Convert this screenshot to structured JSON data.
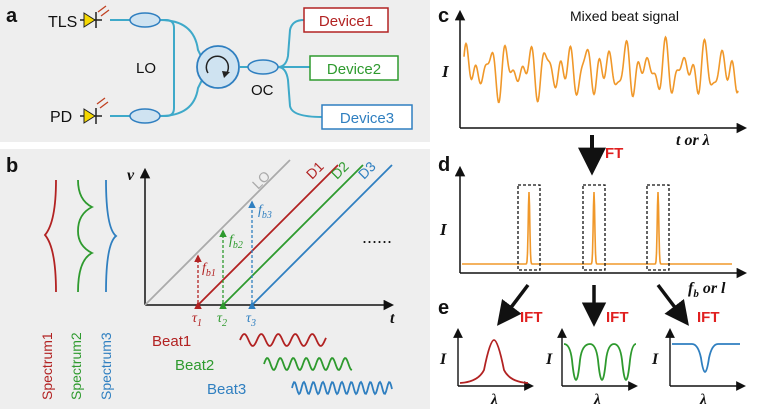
{
  "colors": {
    "panel_bg": "#eeeeee",
    "fiber": "#3ea9c9",
    "red": "#b22222",
    "green": "#2e9a2e",
    "blue": "#2f7fc0",
    "orange": "#f0982a",
    "gray": "#aaaaaa",
    "arrow": "#111111",
    "ift_red": "#e02020",
    "yellow": "#f5d800"
  },
  "panel_a": {
    "label": "a",
    "tls": "TLS",
    "pd": "PD",
    "lo": "LO",
    "oc": "OC",
    "devices": [
      "Device1",
      "Device2",
      "Device3"
    ]
  },
  "panel_b": {
    "label": "b",
    "spectra": [
      "Spectrum1",
      "Spectrum2",
      "Spectrum3"
    ],
    "y_axis": "v",
    "x_axis": "t",
    "lines": [
      "LO",
      "D1",
      "D2",
      "D3"
    ],
    "fb": [
      "f",
      "f",
      "f"
    ],
    "fb_sub": [
      "b1",
      "b2",
      "b3"
    ],
    "tau": [
      "τ",
      "τ",
      "τ"
    ],
    "tau_sub": [
      "1",
      "2",
      "3"
    ],
    "ellipsis": "......",
    "beats": [
      "Beat1",
      "Beat2",
      "Beat3"
    ]
  },
  "panel_c": {
    "label": "c",
    "title": "Mixed beat signal",
    "y_axis": "I",
    "x_axis": "t or λ"
  },
  "ft_label": "FT",
  "panel_d": {
    "label": "d",
    "y_axis": "I",
    "x_axis_main": "f",
    "x_axis_sub": "b",
    "x_axis_rest": " or l"
  },
  "panel_e": {
    "label": "e",
    "ift": [
      "IFT",
      "IFT",
      "IFT"
    ],
    "y_axis": "I",
    "x_axis": "λ"
  }
}
